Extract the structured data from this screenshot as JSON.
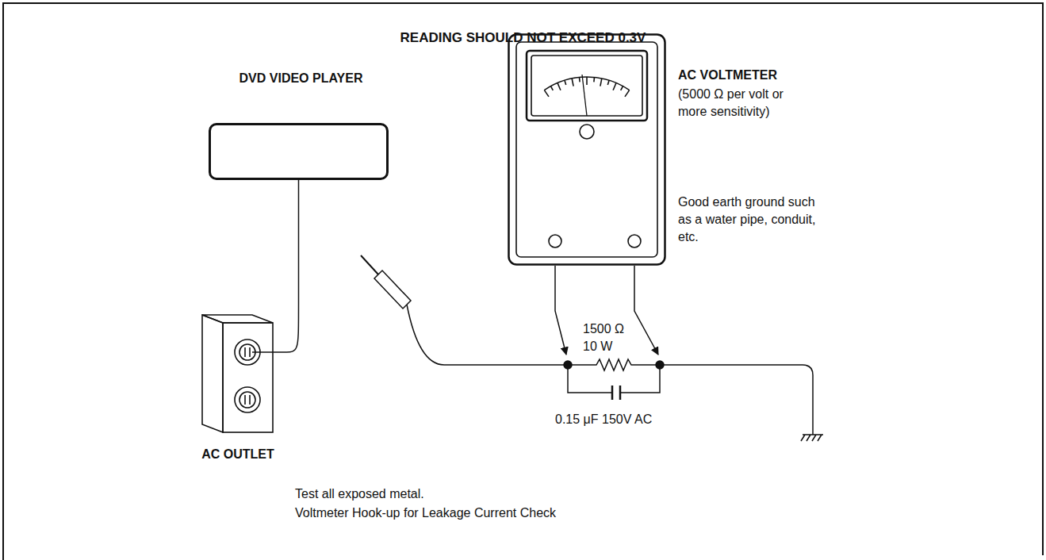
{
  "diagram": {
    "title": "READING SHOULD NOT EXCEED 0.3V",
    "caption": "Voltmeter Hook-up for Leakage Current Check",
    "nodes": [
      {
        "text": [
          "DVD VIDEO PLAYER"
        ]
      },
      {
        "text": [
          "AC OUTLET"
        ]
      },
      {
        "text": [
          "AC VOLTMETER",
          "(5000 Ω per volt or more sensitivity)"
        ]
      }
    ],
    "edges": [
      {
        "from": 0,
        "to": 1,
        "arrow": "none"
      }
    ],
    "labels": [
      "Good earth ground such as a water pipe, conduit, etc.",
      "1500 Ω",
      "10 W",
      "0.15 μF 150V AC",
      "Test all exposed metal."
    ]
  }
}
